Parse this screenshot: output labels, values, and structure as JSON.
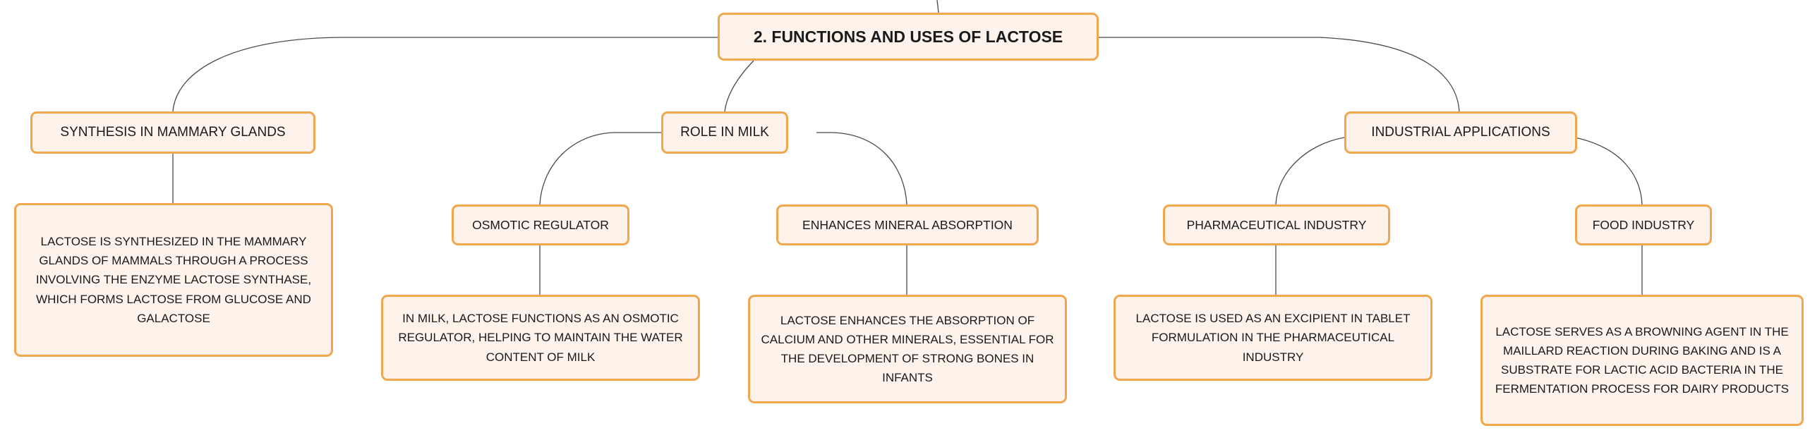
{
  "mindmap": {
    "root": "2. FUNCTIONS AND USES OF LACTOSE",
    "branches": {
      "synthesis": {
        "label": "SYNTHESIS IN MAMMARY GLANDS",
        "detail": "LACTOSE IS SYNTHESIZED IN THE MAMMARY GLANDS OF MAMMALS THROUGH A PROCESS INVOLVING THE ENZYME LACTOSE SYNTHASE, WHICH FORMS LACTOSE FROM GLUCOSE AND GALACTOSE"
      },
      "role_in_milk": {
        "label": "ROLE IN MILK",
        "osmotic": {
          "label": "OSMOTIC REGULATOR",
          "detail": "IN MILK, LACTOSE FUNCTIONS AS AN OSMOTIC REGULATOR, HELPING TO MAINTAIN THE WATER CONTENT OF MILK"
        },
        "mineral": {
          "label": "ENHANCES MINERAL ABSORPTION",
          "detail": "LACTOSE ENHANCES THE ABSORPTION OF CALCIUM AND OTHER MINERALS, ESSENTIAL FOR THE DEVELOPMENT OF STRONG BONES IN INFANTS"
        }
      },
      "industrial": {
        "label": "INDUSTRIAL APPLICATIONS",
        "pharma": {
          "label": "PHARMACEUTICAL INDUSTRY",
          "detail": "LACTOSE IS USED AS AN EXCIPIENT IN TABLET FORMULATION IN THE PHARMACEUTICAL INDUSTRY"
        },
        "food": {
          "label": "FOOD INDUSTRY",
          "detail": "LACTOSE SERVES AS A BROWNING AGENT IN THE MAILLARD REACTION DURING BAKING AND IS A SUBSTRATE FOR LACTIC ACID BACTERIA IN THE FERMENTATION PROCESS FOR DAIRY PRODUCTS"
        }
      }
    }
  },
  "colors": {
    "node_fill": "#fdf3ea",
    "node_border": "#f2a64e",
    "connector": "#4a4a4a"
  }
}
